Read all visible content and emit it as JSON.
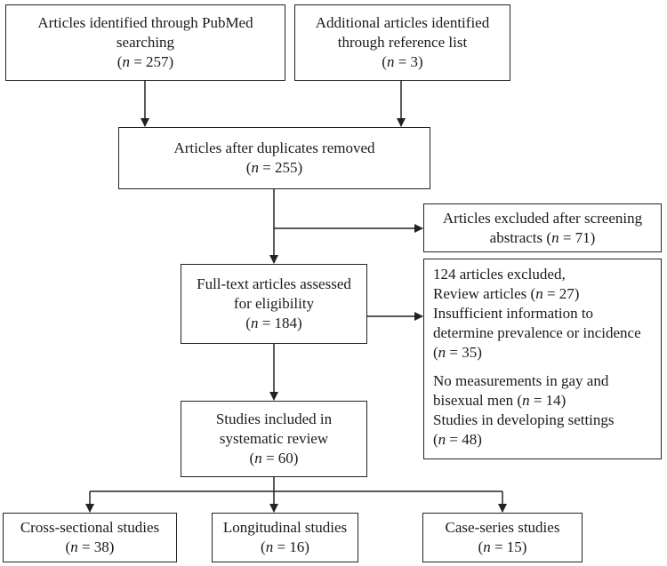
{
  "boxes": {
    "pubmed": {
      "lines": [
        "Articles identified through PubMed",
        "searching"
      ],
      "n_prefix": "(",
      "n_label": "n",
      "n_suffix": " = 257)"
    },
    "reference": {
      "lines": [
        "Additional articles identified",
        "through reference list"
      ],
      "n_prefix": "(",
      "n_label": "n",
      "n_suffix": " = 3)"
    },
    "duplicates": {
      "lines": [
        "Articles after duplicates removed"
      ],
      "n_prefix": "(",
      "n_label": "n",
      "n_suffix": " = 255)"
    },
    "excluded_abstracts": {
      "line1": "Articles excluded after screening",
      "line2_prefix": "abstracts (",
      "n_label": "n",
      "line2_suffix": " = 71)"
    },
    "fulltext": {
      "lines": [
        "Full-text articles assessed",
        "for eligibility"
      ],
      "n_prefix": "(",
      "n_label": "n",
      "n_suffix": " = 184)"
    },
    "excluded_fulltext": {
      "l1": "124 articles excluded,",
      "l2_prefix": "Review articles (",
      "l2_n": "n",
      "l2_suffix": " = 27)",
      "l3": "Insufficient information to",
      "l4": "determine prevalence or incidence",
      "l5_prefix": "(",
      "l5_n": "n",
      "l5_suffix": " = 35)",
      "l6": "No measurements in gay and",
      "l7_prefix": "bisexual men (",
      "l7_n": "n",
      "l7_suffix": " = 14)",
      "l8": "Studies in developing settings",
      "l9_prefix": "(",
      "l9_n": "n",
      "l9_suffix": " = 48)"
    },
    "included": {
      "lines": [
        "Studies included in",
        "systematic review"
      ],
      "n_prefix": "(",
      "n_label": "n",
      "n_suffix": " = 60)"
    },
    "cross_sectional": {
      "lines": [
        "Cross-sectional studies"
      ],
      "n_prefix": "(",
      "n_label": "n",
      "n_suffix": " = 38)"
    },
    "longitudinal": {
      "lines": [
        "Longitudinal studies"
      ],
      "n_prefix": "(",
      "n_label": "n",
      "n_suffix": " = 16)"
    },
    "case_series": {
      "lines": [
        "Case-series studies"
      ],
      "n_prefix": "(",
      "n_label": "n",
      "n_suffix": " = 15)"
    }
  }
}
